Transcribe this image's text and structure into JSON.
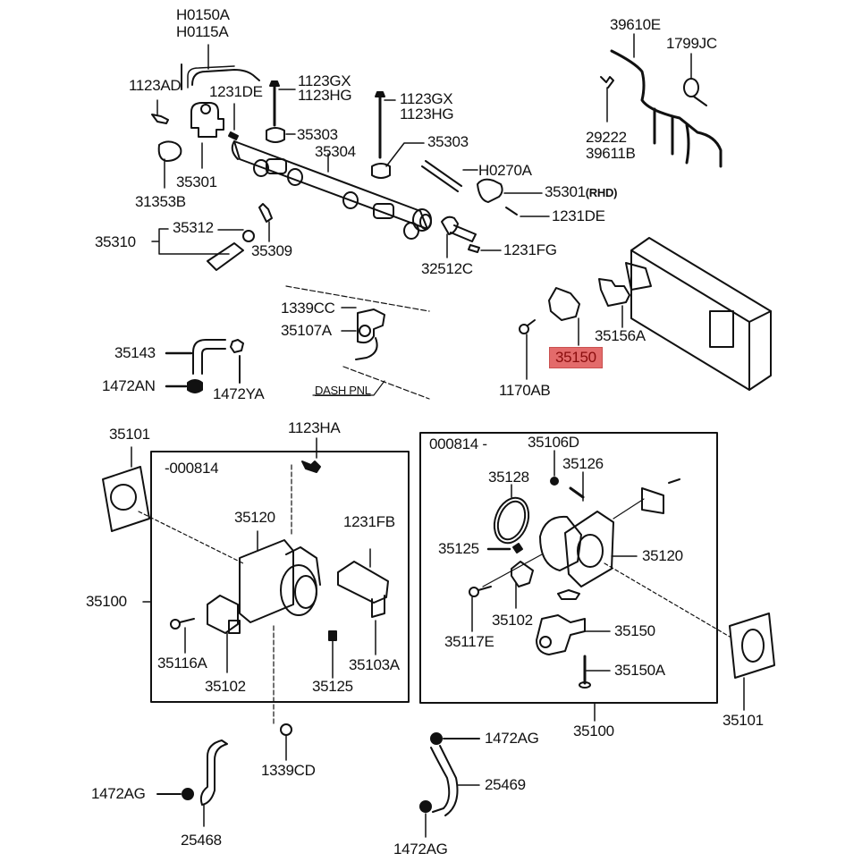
{
  "diagram": {
    "title": "Throttle body and fuel rail exploded parts diagram",
    "highlight_color": "#e36b6b",
    "highlighted_part": "35150",
    "labels": {
      "h0150a": "H0150A",
      "h0115a": "H0115A",
      "p1123ad": "1123AD",
      "p1231de_top": "1231DE",
      "p1123gx_a": "1123GX",
      "p1123hg_a": "1123HG",
      "p1123gx_b": "1123GX",
      "p1123hg_b": "1123HG",
      "p35303_a": "35303",
      "p35303_b": "35303",
      "p35304": "35304",
      "p35301": "35301",
      "p31353b": "31353B",
      "h0270a": "H0270A",
      "p35301_rhd": "35301",
      "rhd_note": "(RHD)",
      "p1231de_right": "1231DE",
      "p35312": "35312",
      "p35310": "35310",
      "p35309": "35309",
      "p32512c": "32512C",
      "p1231fg": "1231FG",
      "p39610e": "39610E",
      "p1799jc": "1799JC",
      "p29222": "29222",
      "p39611b": "39611B",
      "p1339cc": "1339CC",
      "p35107a": "35107A",
      "dash_pnl": "DASH PNL",
      "p35143": "35143",
      "p1472an": "1472AN",
      "p1472ya": "1472YA",
      "p35156a": "35156A",
      "p35150_hl": "35150",
      "p1170ab": "1170AB",
      "p35101_left": "35101",
      "p1123ha": "1123HA",
      "box_left_range": "-000814",
      "p35120_left": "35120",
      "p1231fb": "1231FB",
      "p35100_left": "35100",
      "p35116a": "35116A",
      "p35102_left": "35102",
      "p35125_left": "35125",
      "p35103a": "35103A",
      "p1339cd": "1339CD",
      "box_right_range": "000814 -",
      "p35106d": "35106D",
      "p35126": "35126",
      "p35128": "35128",
      "p35125_right": "35125",
      "p35120_right": "35120",
      "p35102_right": "35102",
      "p35117e": "35117E",
      "p35150_right": "35150",
      "p35150a": "35150A",
      "p35100_right": "35100",
      "p35101_right": "35101",
      "p1472ag_1": "1472AG",
      "p25468": "25468",
      "p1472ag_2": "1472AG",
      "p25469": "25469",
      "p1472ag_3": "1472AG"
    }
  }
}
